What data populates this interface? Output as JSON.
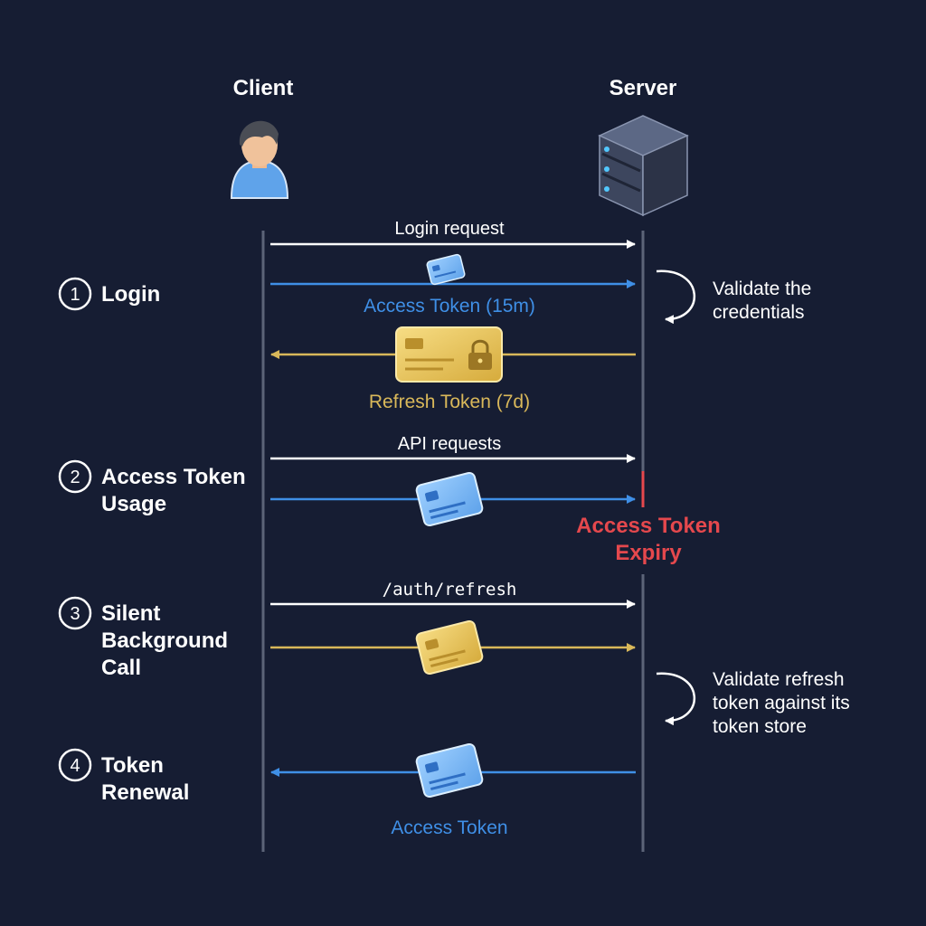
{
  "colors": {
    "background": "#161d33",
    "white": "#ffffff",
    "blue": "#3f8fe6",
    "gold": "#d9b85a",
    "red": "#e5484d",
    "lifeline": "#5c6478"
  },
  "participants": {
    "client": {
      "label": "Client",
      "icon": "user-icon"
    },
    "server": {
      "label": "Server",
      "icon": "server-icon"
    }
  },
  "steps": [
    {
      "number": "1",
      "title_lines": [
        "Login"
      ]
    },
    {
      "number": "2",
      "title_lines": [
        "Access Token",
        "Usage"
      ]
    },
    {
      "number": "3",
      "title_lines": [
        "Silent",
        "Background",
        "Call"
      ]
    },
    {
      "number": "4",
      "title_lines": [
        "Token",
        "Renewal"
      ]
    }
  ],
  "messages": {
    "login_request": "Login request",
    "access_token_15m": "Access Token (15m)",
    "refresh_token_7d": "Refresh Token (7d)",
    "api_requests": "API requests",
    "auth_refresh": "/auth/refresh",
    "access_token": "Access Token"
  },
  "notes": {
    "validate_credentials": [
      "Validate the",
      "credentials"
    ],
    "validate_refresh": [
      "Validate refresh",
      "token against its",
      "token store"
    ],
    "expiry": [
      "Access Token",
      "Expiry"
    ]
  }
}
